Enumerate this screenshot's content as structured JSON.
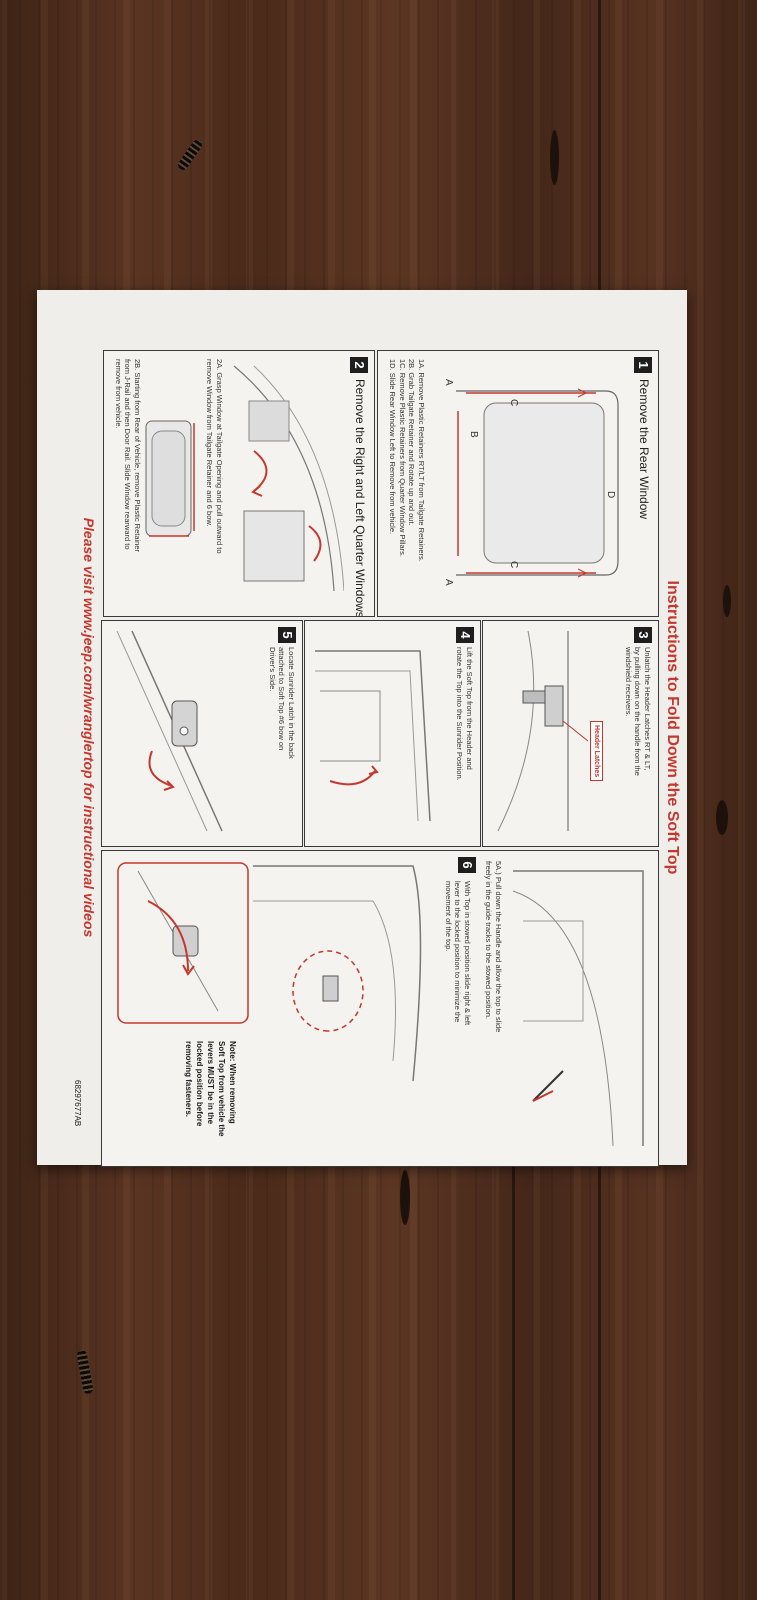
{
  "sheet": {
    "title": "Instructions to Fold Down the Soft Top",
    "footer": "Please visit www.jeep.com/wranglertop for instructional videos",
    "part_number": "68297677AB"
  },
  "steps": [
    {
      "number": "1",
      "title": "Remove the Rear Window",
      "lines": [
        "1A. Remove Plastic Retainers RT/LT from Tailgate Retainers.",
        "2B. Grab Tailgate Retainer and Rotate up and out.",
        "1C. Remove Plastic Retainers from Quarter Window Pillars.",
        "1D. Slide Rear Window Left to Remove from vehicle."
      ],
      "callouts": [
        "A",
        "B",
        "C",
        "D",
        "C",
        "A"
      ]
    },
    {
      "number": "2",
      "title": "Remove the Right and Left Quarter Windows.",
      "lines": [
        "2A. Grasp Window at Tailgate Opening and pull outward to",
        "remove Window from Tailgate Retainer and 6 bow.",
        "2B. Starting from Rear of Vehicle, remove Plastic Retainer",
        "from J-Rail and then Door Rail. Slide Window rearward to",
        "remove from vehicle."
      ]
    },
    {
      "number": "3",
      "lines": [
        "Unlatch the Header Latches RT & LT,",
        "by pulling down on the handle from the",
        "windshield receivers."
      ],
      "label": "Header Latches"
    },
    {
      "number": "4",
      "lines": [
        "Lift the Soft Top from the Header and",
        "rotate the Top into the Sunrider Position."
      ]
    },
    {
      "number": "5",
      "lines": [
        "Locate Sunrider Latch in the back",
        "attached to Soft Top #6 bow on",
        "Driver's Side."
      ]
    },
    {
      "number": "6",
      "lines_top": [
        "5A.) Pull down the Handle and allow the top to slide",
        "freely in the guide tracks to the stowed position."
      ],
      "lines": [
        "With Top in stowed position slide right & left",
        "lever to the locked position to minimize the",
        "movement of the top."
      ],
      "note": [
        "Note: When removing",
        "Soft Top from vehicle the",
        "levers MUST be in the",
        "locked position before",
        "removing fasteners."
      ]
    }
  ]
}
